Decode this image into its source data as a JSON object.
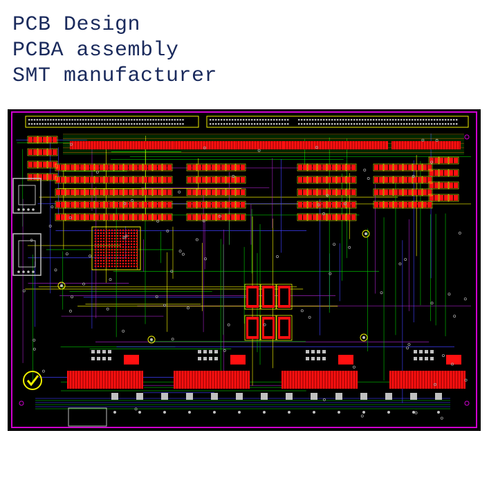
{
  "headline": {
    "lines": [
      "PCB Design",
      "PCBA assembly",
      "SMT manufacturer"
    ]
  },
  "board": {
    "description_hint": "pcb-layout-screenshot",
    "colors": {
      "substrate": "#000000",
      "outline": "#d000d0",
      "copper_top": "#ff1010",
      "silkscreen": "#f0f000",
      "trace_green": "#00c000",
      "trace_blue": "#4040ff",
      "trace_purple": "#a020c0",
      "pad": "#c0c0c0",
      "via_ring": "#a0a0a0"
    }
  }
}
